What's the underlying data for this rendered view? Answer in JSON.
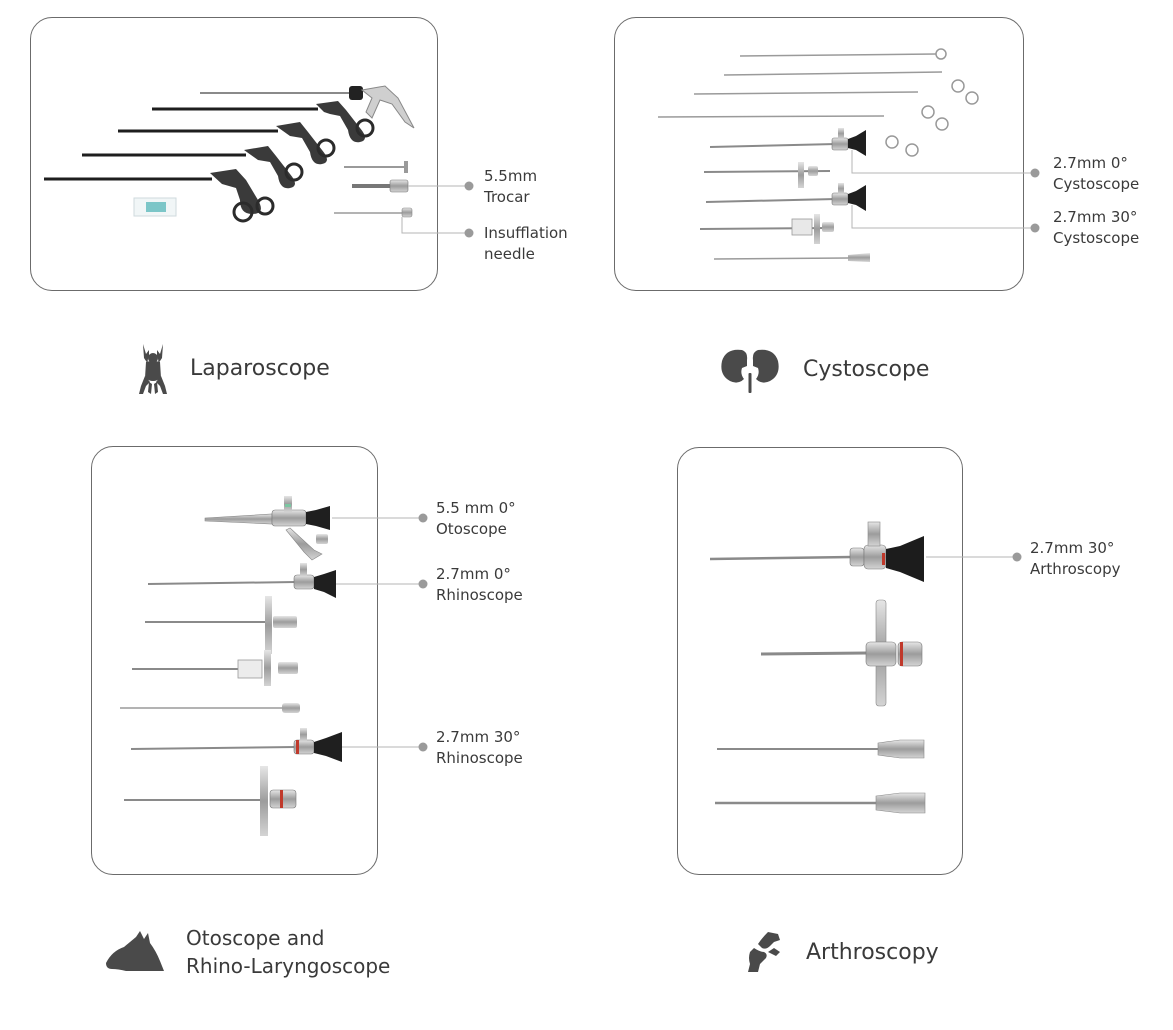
{
  "sections": {
    "laparoscope": {
      "label": "Laparoscope",
      "icon": "frog-icon",
      "callouts": [
        {
          "line1": "5.5mm",
          "line2": "Trocar"
        },
        {
          "line1": "Insufflation",
          "line2": "needle"
        }
      ]
    },
    "cystoscope": {
      "label": "Cystoscope",
      "icon": "kidneys-icon",
      "callouts": [
        {
          "line1": "2.7mm 0°",
          "line2": "Cystoscope"
        },
        {
          "line1": "2.7mm 30°",
          "line2": "Cystoscope"
        }
      ]
    },
    "otoscope": {
      "label_line1": "Otoscope and",
      "label_line2": "Rhino-Laryngoscope",
      "icon": "dog-head-icon",
      "callouts": [
        {
          "line1": "5.5 mm 0°",
          "line2": "Otoscope"
        },
        {
          "line1": "2.7mm 0°",
          "line2": "Rhinoscope"
        },
        {
          "line1": "2.7mm 30°",
          "line2": "Rhinoscope"
        }
      ]
    },
    "arthroscopy": {
      "label": "Arthroscopy",
      "icon": "knee-joint-icon",
      "callouts": [
        {
          "line1": "2.7mm 30°",
          "line2": "Arthroscopy"
        }
      ]
    }
  },
  "colors": {
    "panel_border": "#6b6b6b",
    "leader_line": "#b5b5b5",
    "leader_dot": "#9a9a9a",
    "icon_fill": "#4a4a4a",
    "instrument_dark": "#2a2a2a",
    "instrument_steel": "#9a9a9a"
  }
}
